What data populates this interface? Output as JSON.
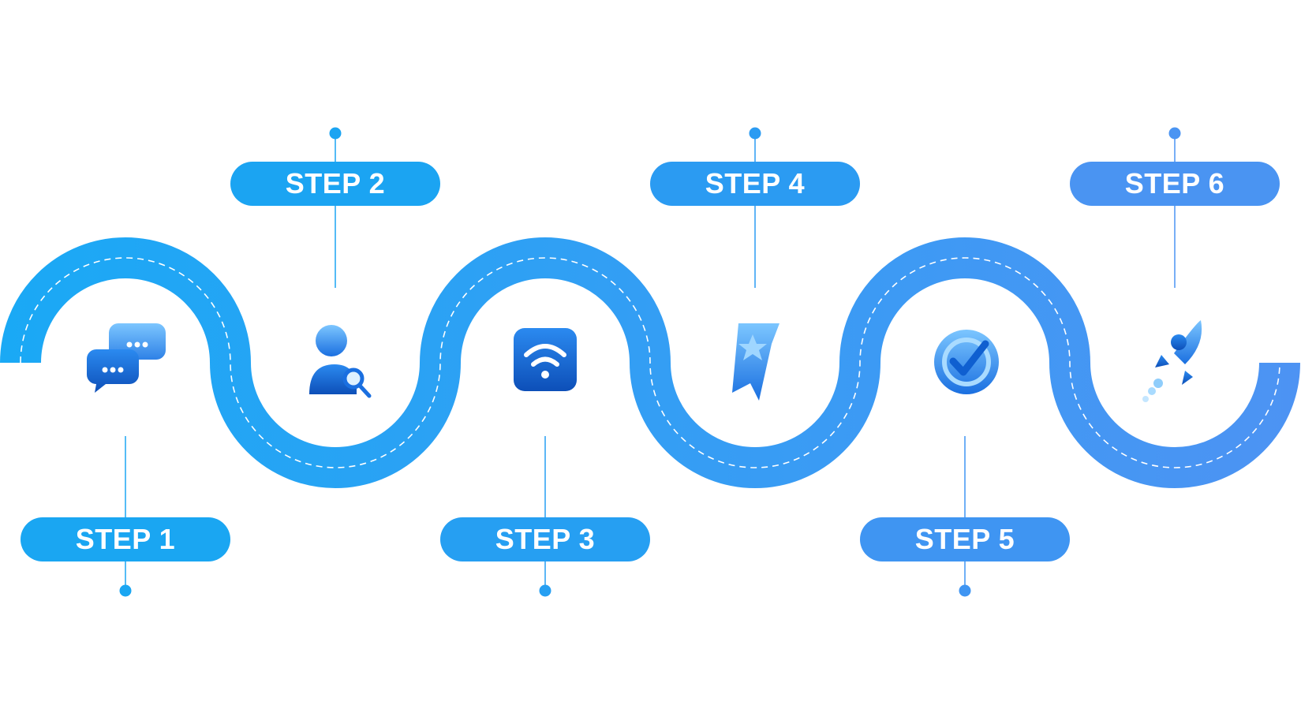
{
  "colors": {
    "road_start": "#1aa9f5",
    "road_end": "#4d93f3",
    "dash": "#ffffff",
    "connector": "#1f9ff2"
  },
  "steps": [
    {
      "label": "STEP 1",
      "icon": "chat-bubbles-icon"
    },
    {
      "label": "STEP 2",
      "icon": "user-search-icon"
    },
    {
      "label": "STEP 3",
      "icon": "wifi-icon"
    },
    {
      "label": "STEP 4",
      "icon": "bookmark-star-icon"
    },
    {
      "label": "STEP 5",
      "icon": "check-badge-icon"
    },
    {
      "label": "STEP 6",
      "icon": "rocket-icon"
    }
  ]
}
